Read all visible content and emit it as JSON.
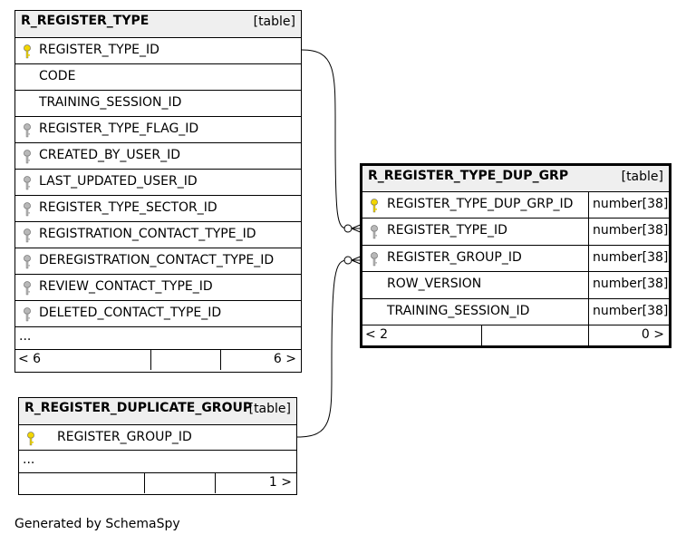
{
  "tables": {
    "register_type": {
      "name": "R_REGISTER_TYPE",
      "type_label": "[table]",
      "columns": [
        {
          "name": "REGISTER_TYPE_ID",
          "icon": "primary-key-icon"
        },
        {
          "name": "CODE",
          "icon": ""
        },
        {
          "name": "TRAINING_SESSION_ID",
          "icon": ""
        },
        {
          "name": "REGISTER_TYPE_FLAG_ID",
          "icon": "foreign-key-icon"
        },
        {
          "name": "CREATED_BY_USER_ID",
          "icon": "foreign-key-icon"
        },
        {
          "name": "LAST_UPDATED_USER_ID",
          "icon": "foreign-key-icon"
        },
        {
          "name": "REGISTER_TYPE_SECTOR_ID",
          "icon": "foreign-key-icon"
        },
        {
          "name": "REGISTRATION_CONTACT_TYPE_ID",
          "icon": "foreign-key-icon"
        },
        {
          "name": "DEREGISTRATION_CONTACT_TYPE_ID",
          "icon": "foreign-key-icon"
        },
        {
          "name": "REVIEW_CONTACT_TYPE_ID",
          "icon": "foreign-key-icon"
        },
        {
          "name": "DELETED_CONTACT_TYPE_ID",
          "icon": "foreign-key-icon"
        }
      ],
      "ellipsis": "...",
      "parents": "< 6",
      "children": "6 >"
    },
    "register_type_dup_grp": {
      "name": "R_REGISTER_TYPE_DUP_GRP",
      "type_label": "[table]",
      "columns": [
        {
          "name": "REGISTER_TYPE_DUP_GRP_ID",
          "type": "number[38]",
          "icon": "primary-key-icon"
        },
        {
          "name": "REGISTER_TYPE_ID",
          "type": "number[38]",
          "icon": "foreign-key-icon"
        },
        {
          "name": "REGISTER_GROUP_ID",
          "type": "number[38]",
          "icon": "foreign-key-icon"
        },
        {
          "name": "ROW_VERSION",
          "type": "number[38]",
          "icon": ""
        },
        {
          "name": "TRAINING_SESSION_ID",
          "type": "number[38]",
          "icon": ""
        }
      ],
      "parents": "< 2",
      "children": "0 >"
    },
    "register_duplicate_group": {
      "name": "R_REGISTER_DUPLICATE_GROUP",
      "type_label": "[table]",
      "columns": [
        {
          "name": "REGISTER_GROUP_ID",
          "icon": "primary-key-icon"
        }
      ],
      "ellipsis": "...",
      "parents": "",
      "children": "1 >"
    }
  },
  "colors": {
    "primary_key": "#f2d600",
    "foreign_key": "#b8b8b8",
    "header_bg": "#efefef"
  },
  "footer_text": "Generated by SchemaSpy"
}
